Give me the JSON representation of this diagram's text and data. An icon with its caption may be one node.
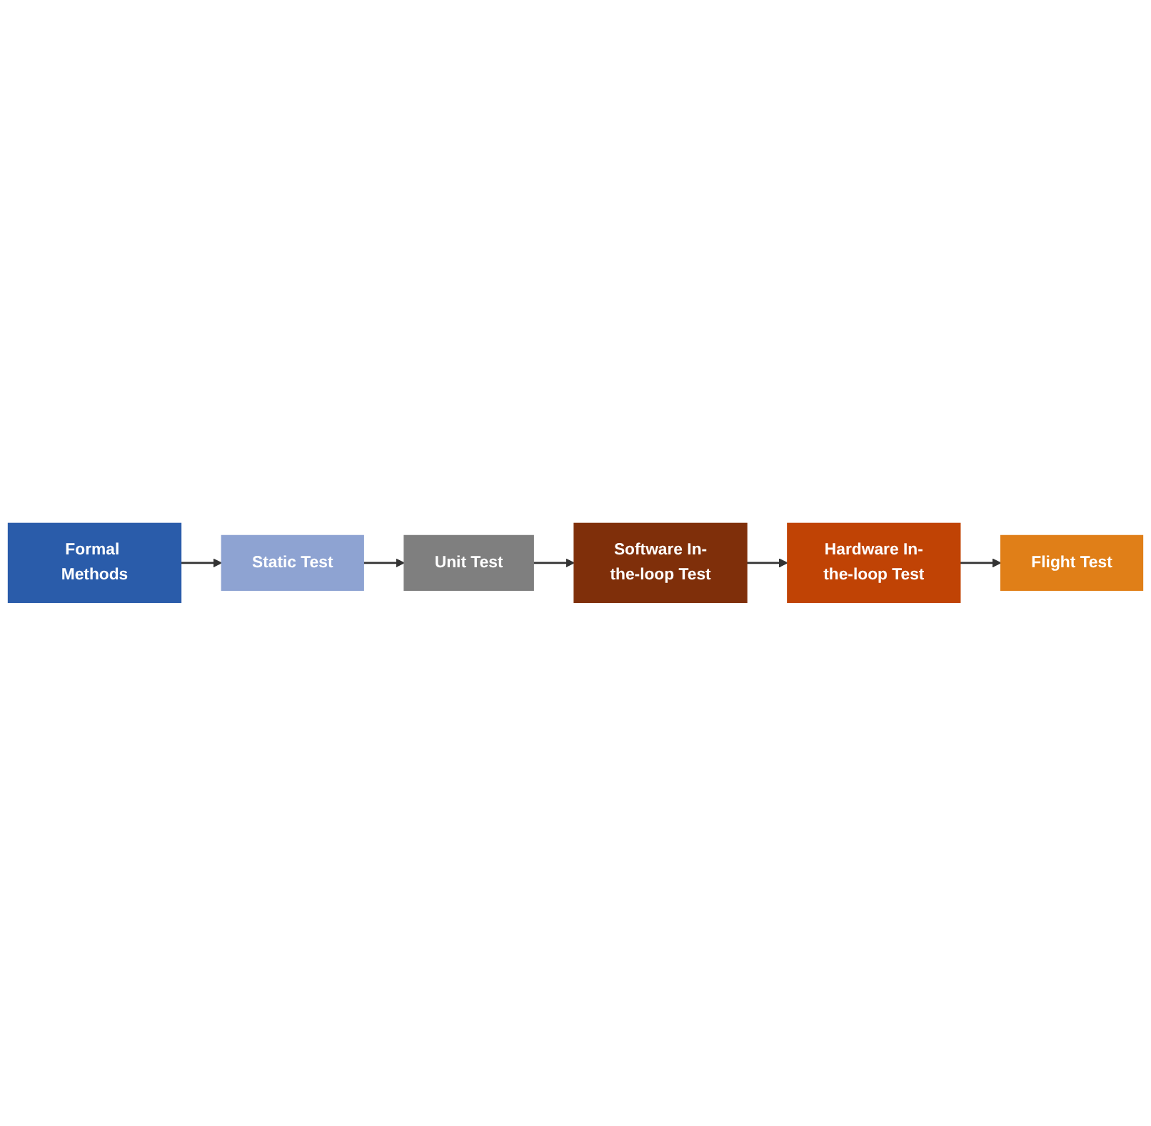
{
  "diagram": {
    "nodes": [
      {
        "text": [
          "Formal Methods"
        ]
      },
      {
        "text": [
          "Static Test"
        ]
      },
      {
        "text": [
          "Unit Test"
        ]
      },
      {
        "text": [
          "Software In-the-loop Test"
        ]
      },
      {
        "text": [
          "Hardware In-the-loop Test"
        ]
      },
      {
        "text": [
          "Flight Test"
        ]
      }
    ],
    "edges": [
      {
        "from": 0,
        "to": 1,
        "arrow": "to"
      },
      {
        "from": 1,
        "to": 2,
        "arrow": "to"
      },
      {
        "from": 2,
        "to": 3,
        "arrow": "to"
      },
      {
        "from": 3,
        "to": 4,
        "arrow": "to"
      },
      {
        "from": 4,
        "to": 5,
        "arrow": "to"
      }
    ]
  }
}
